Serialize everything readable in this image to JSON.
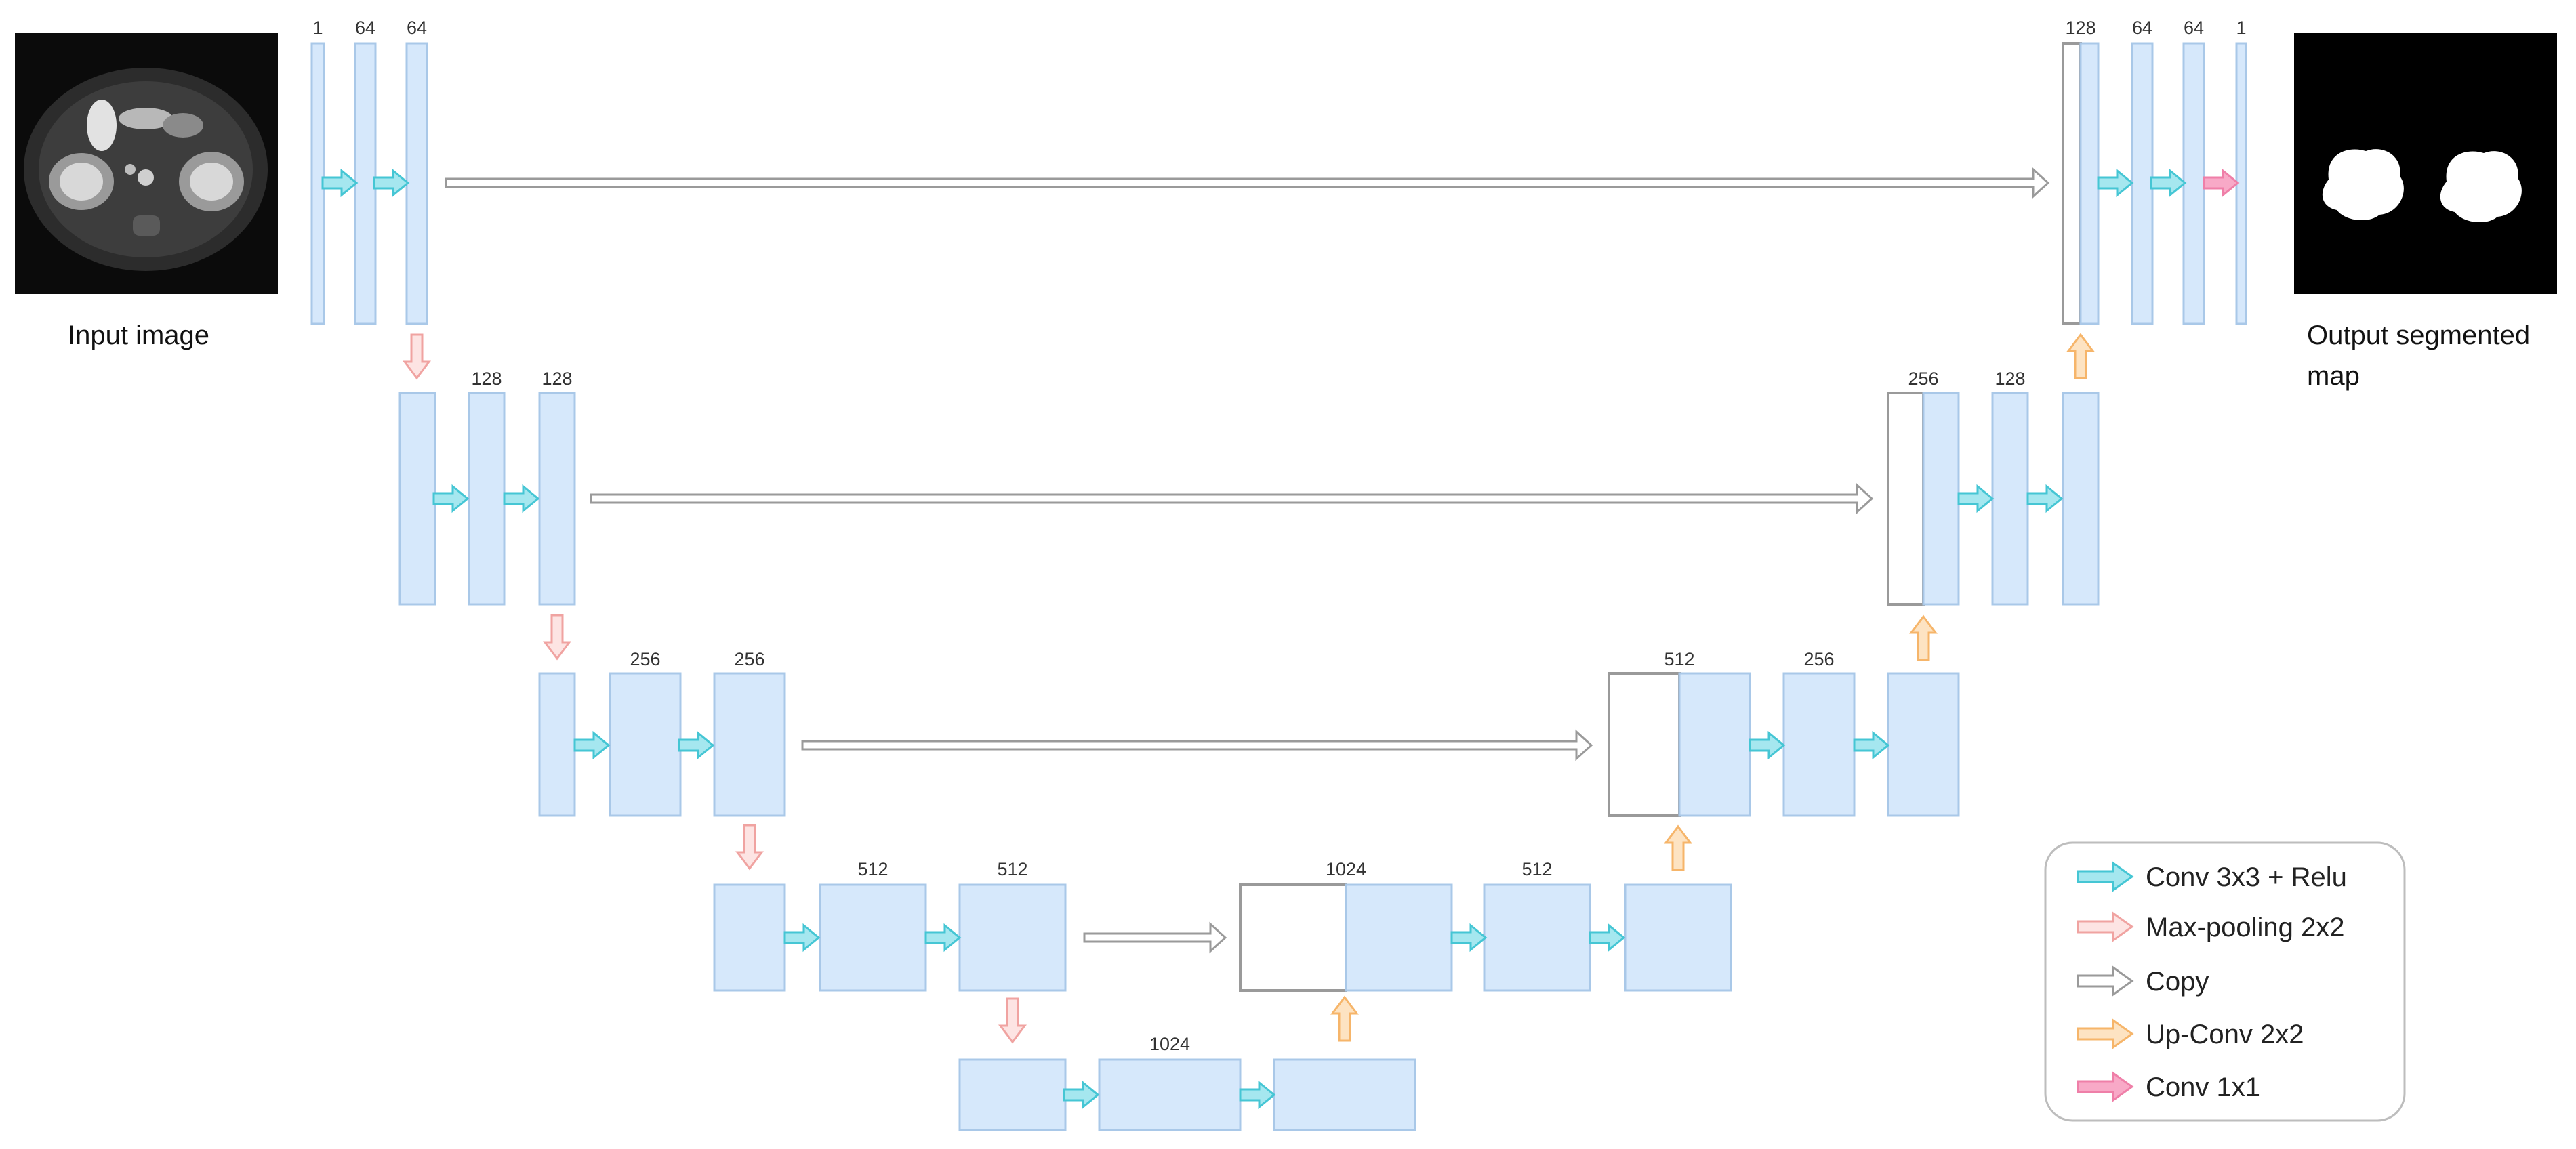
{
  "input": {
    "caption": "Input image"
  },
  "output": {
    "caption_line1": "Output segmented",
    "caption_line2": "map"
  },
  "channel_labels": {
    "l1_in": "1",
    "l1_a": "64",
    "l1_b": "64",
    "l2_a": "128",
    "l2_b": "128",
    "l3_a": "256",
    "l3_b": "256",
    "l4_a": "512",
    "l4_b": "512",
    "l5": "1024",
    "u4_concat": "1024",
    "u4_out": "512",
    "u3_concat": "512",
    "u3_out": "256",
    "u2_concat": "256",
    "u2_out": "128",
    "u1_concat": "128",
    "u1_a": "64",
    "u1_b": "64",
    "u1_out": "1"
  },
  "legend": {
    "items": [
      {
        "label": "Conv 3x3 + Relu",
        "color": "#5bd3de"
      },
      {
        "label": "Max-pooling 2x2",
        "color": "#f4aaa8"
      },
      {
        "label": "Copy",
        "color": "#9a9a9a"
      },
      {
        "label": "Up-Conv 2x2",
        "color": "#f7c07d"
      },
      {
        "label": "Conv 1x1",
        "color": "#ef7fa8"
      }
    ]
  }
}
